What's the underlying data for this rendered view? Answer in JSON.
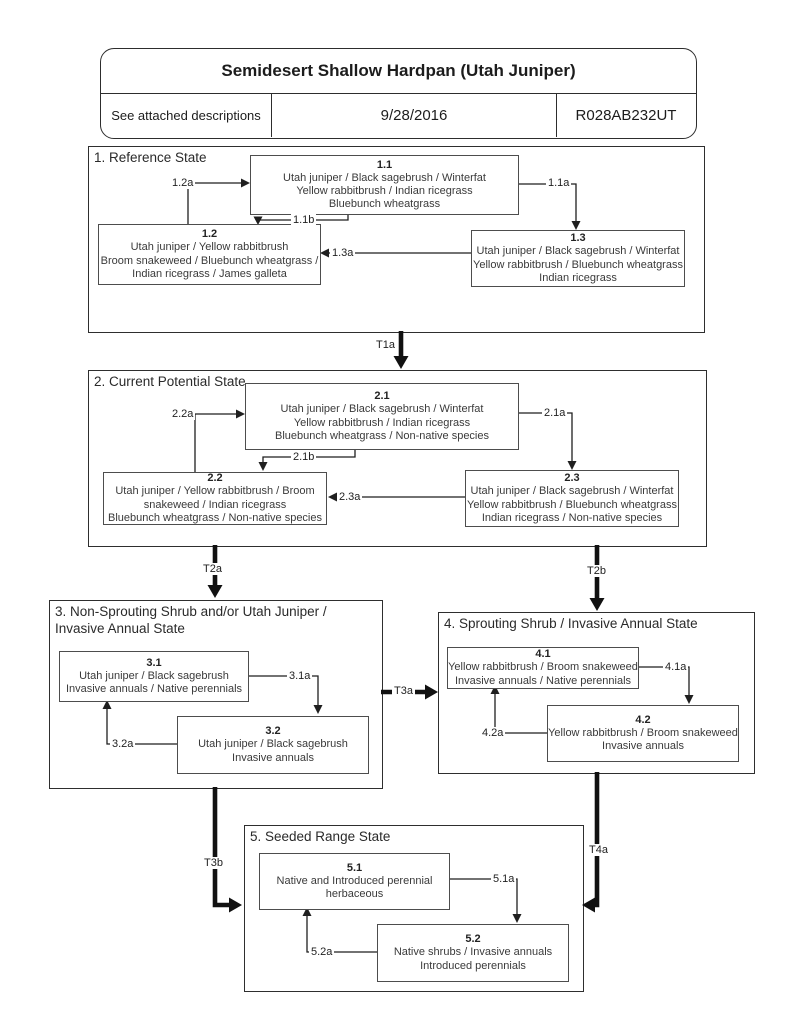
{
  "header": {
    "title": "Semidesert Shallow Hardpan (Utah Juniper)",
    "subtitle_left": "See attached descriptions",
    "date": "9/28/2016",
    "site_code": "R028AB232UT"
  },
  "states": [
    {
      "id": "1",
      "title": "1. Reference State",
      "communities": [
        {
          "id": "1.1",
          "lines": [
            "Utah juniper / Black sagebrush / Winterfat",
            "Yellow rabbitbrush / Indian ricegrass",
            "Bluebunch wheatgrass"
          ]
        },
        {
          "id": "1.2",
          "lines": [
            "Utah juniper / Yellow rabbitbrush",
            "Broom snakeweed / Bluebunch wheatgrass /",
            "Indian ricegrass / James galleta"
          ]
        },
        {
          "id": "1.3",
          "lines": [
            "Utah juniper / Black sagebrush / Winterfat",
            "Yellow rabbitbrush / Bluebunch wheatgrass",
            "Indian ricegrass"
          ]
        }
      ],
      "pathways": [
        "1.2a",
        "1.1a",
        "1.1b",
        "1.3a"
      ]
    },
    {
      "id": "2",
      "title": "2. Current Potential State",
      "communities": [
        {
          "id": "2.1",
          "lines": [
            "Utah juniper / Black sagebrush / Winterfat",
            "Yellow rabbitbrush / Indian ricegrass",
            "Bluebunch wheatgrass / Non-native species"
          ]
        },
        {
          "id": "2.2",
          "lines": [
            "Utah juniper / Yellow rabbitbrush / Broom",
            "snakeweed / Indian ricegrass",
            "Bluebunch wheatgrass / Non-native species"
          ]
        },
        {
          "id": "2.3",
          "lines": [
            "Utah juniper / Black sagebrush / Winterfat",
            "Yellow rabbitbrush / Bluebunch wheatgrass",
            "Indian ricegrass / Non-native species"
          ]
        }
      ],
      "pathways": [
        "2.2a",
        "2.1a",
        "2.1b",
        "2.3a"
      ]
    },
    {
      "id": "3",
      "title": "3. Non-Sprouting Shrub and/or Utah Juniper / Invasive Annual State",
      "communities": [
        {
          "id": "3.1",
          "lines": [
            "Utah juniper / Black sagebrush",
            "Invasive annuals / Native perennials"
          ]
        },
        {
          "id": "3.2",
          "lines": [
            "Utah juniper / Black sagebrush",
            "Invasive annuals"
          ]
        }
      ],
      "pathways": [
        "3.1a",
        "3.2a"
      ]
    },
    {
      "id": "4",
      "title": "4. Sprouting Shrub / Invasive Annual State",
      "communities": [
        {
          "id": "4.1",
          "lines": [
            "Yellow rabbitbrush / Broom snakeweed",
            "Invasive annuals / Native perennials"
          ]
        },
        {
          "id": "4.2",
          "lines": [
            "Yellow rabbitbrush / Broom snakeweed",
            "Invasive annuals"
          ]
        }
      ],
      "pathways": [
        "4.1a",
        "4.2a"
      ]
    },
    {
      "id": "5",
      "title": "5. Seeded Range State",
      "communities": [
        {
          "id": "5.1",
          "lines": [
            "Native and Introduced perennial",
            "herbaceous"
          ]
        },
        {
          "id": "5.2",
          "lines": [
            "Native shrubs / Invasive annuals",
            "Introduced perennials"
          ]
        }
      ],
      "pathways": [
        "5.1a",
        "5.2a"
      ]
    }
  ],
  "transitions": [
    "T1a",
    "T2a",
    "T2b",
    "T3a",
    "T3b",
    "T4a"
  ],
  "colors": {
    "line": "#1f1f1f",
    "text": "#222222",
    "background": "#ffffff"
  }
}
